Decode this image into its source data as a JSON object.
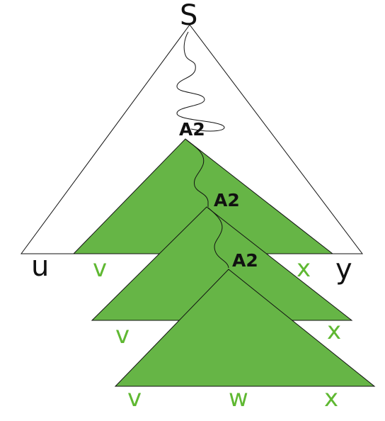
{
  "colors": {
    "tree_fill": "#66b546",
    "outline": "#111111",
    "label_green": "#5fb832",
    "label_black": "#111111"
  },
  "labels": {
    "root": "S",
    "outer_left": "u",
    "outer_right": "y",
    "node1": "A2",
    "node2": "A2",
    "node3": "A2",
    "tree1_left": "v",
    "tree1_right": "x",
    "tree2_left": "v",
    "tree2_right": "x",
    "tree3_left": "v",
    "tree3_middle": "w",
    "tree3_right": "x"
  }
}
